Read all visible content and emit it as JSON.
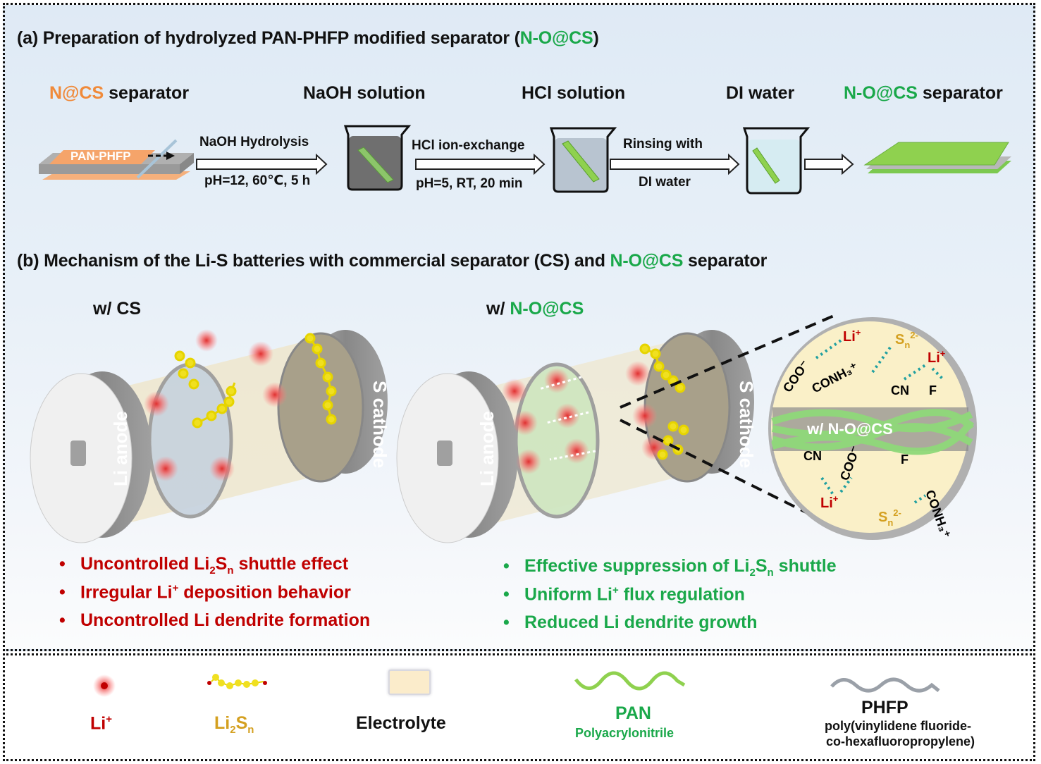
{
  "section_a": {
    "title_prefix": "(a) Preparation of hydrolyzed PAN-PHFP modified separator (",
    "title_highlight": "N-O@CS",
    "title_suffix": ")",
    "steps": [
      {
        "label_highlight": "N@CS",
        "label_rest": " separator",
        "highlight_color": "#f08a3a"
      },
      {
        "label": "NaOH solution"
      },
      {
        "label": "HCl solution"
      },
      {
        "label": "DI water"
      },
      {
        "label_highlight": "N-O@CS",
        "label_rest": " separator",
        "highlight_color": "#1aa84a"
      }
    ],
    "membrane_label": "PAN-PHFP",
    "arrows": [
      {
        "top": "NaOH Hydrolysis",
        "bottom": "pH=12, 60℃, 5 h"
      },
      {
        "top": "HCl ion-exchange",
        "bottom": "pH=5, RT, 20 min"
      },
      {
        "top": "Rinsing with",
        "bottom": "DI water"
      },
      {
        "top": "",
        "bottom": ""
      }
    ]
  },
  "section_b": {
    "title_prefix": "(b) Mechanism of the Li-S batteries with commercial separator (CS) and ",
    "title_highlight": "N-O@CS",
    "title_suffix": " separator",
    "battery_cs": {
      "title": "w/ CS",
      "anode_label": "Li anode",
      "cathode_label": "S cathode"
    },
    "battery_noacs": {
      "title_prefix": "w/ ",
      "title_highlight": "N-O@CS",
      "anode_label": "Li anode",
      "cathode_label": "S cathode"
    },
    "zoom_inset": {
      "center_label": "w/ N-O@CS",
      "groups_top": [
        "COO⁻",
        "CONH₃⁺",
        "CN",
        "F"
      ],
      "groups_bottom": [
        "CN",
        "COO⁻",
        "F",
        "CONH₃⁺"
      ],
      "ion_li": "Li",
      "ion_li_sup": "+",
      "ion_sn": "S",
      "ion_sn_sub": "n",
      "ion_sn_sup": "2-"
    },
    "bullets_cs": [
      {
        "pre": "Uncontrolled Li",
        "sub1": "2",
        "mid": "S",
        "sub2": "n",
        "post": " shuttle effect"
      },
      {
        "pre": "Irregular Li",
        "sup": "+",
        "post": " deposition behavior"
      },
      {
        "pre": "Uncontrolled Li dendrite formation"
      }
    ],
    "bullets_noacs": [
      {
        "pre": "Effective suppression of Li",
        "sub1": "2",
        "mid": "S",
        "sub2": "n",
        "post": " shuttle"
      },
      {
        "pre": "Uniform Li",
        "sup": "+",
        "post": " flux regulation"
      },
      {
        "pre": "Reduced Li dendrite growth"
      }
    ],
    "bullet_char": "•"
  },
  "legend": {
    "items": [
      {
        "name": "li-ion",
        "label": "Li",
        "label_sup": "+",
        "color": "#c00000"
      },
      {
        "name": "li2sn",
        "label": "Li",
        "label_sub1": "2",
        "label_mid": "S",
        "label_sub2": "n",
        "color": "#d4a020"
      },
      {
        "name": "electrolyte",
        "label": "Electrolyte",
        "color": "#111111"
      },
      {
        "name": "pan",
        "label": "PAN",
        "sublabel": "Polyacrylonitrile",
        "color": "#1aa84a"
      },
      {
        "name": "phfp",
        "label": "PHFP",
        "sublabel_line1": "poly(vinylidene fluoride-",
        "sublabel_line2": "co-hexafluoropropylene)",
        "color": "#111111"
      }
    ]
  },
  "colors": {
    "green": "#1aa84a",
    "orange": "#f08a3a",
    "red": "#c00000",
    "gold": "#d4a020"
  }
}
